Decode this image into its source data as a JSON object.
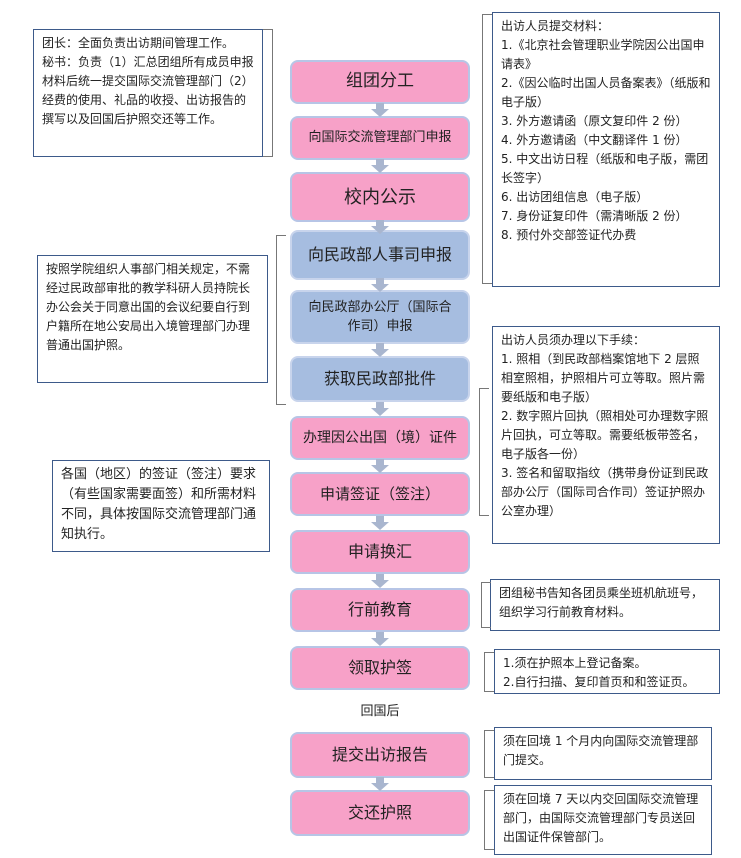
{
  "steps": [
    {
      "id": "form-group",
      "label": "组团分工"
    },
    {
      "id": "apply-international-office",
      "label": "向国际交流管理部门申报"
    },
    {
      "id": "campus-publicity",
      "label": "校内公示"
    },
    {
      "id": "apply-mca-personnel",
      "label": "向民政部人事司申报"
    },
    {
      "id": "apply-mca-general-office",
      "label": "向民政部办公厅（国际合作司）申报"
    },
    {
      "id": "obtain-mca-approval",
      "label": "获取民政部批件"
    },
    {
      "id": "apply-exit-certificate",
      "label": "办理因公出国（境）证件"
    },
    {
      "id": "apply-visa",
      "label": "申请签证（签注）"
    },
    {
      "id": "apply-exchange",
      "label": "申请换汇"
    },
    {
      "id": "pre-departure-education",
      "label": "行前教育"
    },
    {
      "id": "collect-passport",
      "label": "领取护签"
    },
    {
      "id": "submit-report",
      "label": "提交出访报告"
    },
    {
      "id": "return-passport",
      "label": "交还护照"
    }
  ],
  "return_label": "回国后",
  "notes": {
    "group_roles": [
      "团长：全面负责出访期间管理工作。",
      "秘书：负责（1）汇总团组所有成员申报材料后统一提交国际交流管理部门（2）经费的使用、礼品的收授、出访报告的撰写以及回国后护照交还等工作。"
    ],
    "materials": [
      "出访人员提交材料：",
      "1.《北京社会管理职业学院因公出国申请表》",
      "2.《因公临时出国人员备案表》（纸版和电子版）",
      "3. 外方邀请函（原文复印件 2 份）",
      "4. 外方邀请函（中文翻译件 1 份）",
      "5. 中文出访日程（纸版和电子版，需团长签字）",
      "6. 出访团组信息（电子版）",
      "7. 身份证复印件（需清晰版 2 份）",
      "8. 预付外交部签证代办费"
    ],
    "mca_rule": "按照学院组织人事部门相关规定，不需经过民政部审批的教学科研人员持院长办公会关于同意出国的会议纪要自行到户籍所在地公安局出入境管理部门办理普通出国护照。",
    "procedures": [
      "出访人员须办理以下手续：",
      "1. 照相（到民政部档案馆地下 2 层照相室照相，护照相片可立等取。照片需要纸版和电子版）",
      "2. 数字照片回执（照相处可办理数字照片回执，可立等取。需要纸板带签名，电子版各一份）",
      "3. 签名和留取指纹（携带身份证到民政部办公厅（国际司合作司）签证护照办公室办理）"
    ],
    "visa": "各国（地区）的签证（签注）要求（有些国家需要面签）和所需材料不同，具体按国际交流管理部门通知执行。",
    "education": "团组秘书告知各团员乘坐班机航班号，组织学习行前教育材料。",
    "passport": [
      "1.须在护照本上登记备案。",
      "2.自行扫描、复印首页和和签证页。"
    ],
    "report": "须在回境 1 个月内向国际交流管理部门提交。",
    "return_passport": "须在回境 7 天以内交回国际交流管理部门，由国际交流管理部门专员送回出国证件保管部门。"
  },
  "colors": {
    "pink": "#f7a1c8",
    "blue": "#a6bde0",
    "arrow": "#a9b6cf",
    "note_border": "#3d5a8a"
  }
}
